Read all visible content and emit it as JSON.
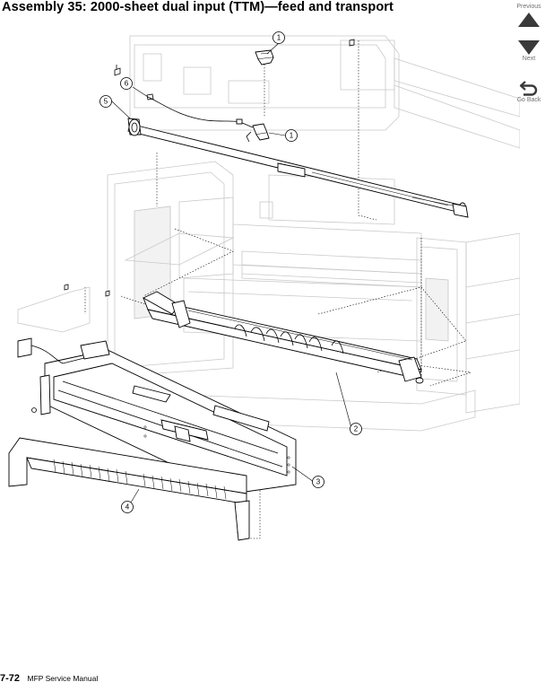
{
  "title": "Assembly 35:  2000-sheet dual input (TTM)—feed and transport",
  "nav": {
    "previous_label": "Previous",
    "next_label": "Next",
    "go_back_label": "Go Back",
    "previous_icon": "triangle-up-icon",
    "next_icon": "triangle-down-icon",
    "go_back_icon": "return-arrow-icon",
    "icon_color": "#3a3a3a"
  },
  "callouts": [
    {
      "number": "1"
    },
    {
      "number": "1"
    },
    {
      "number": "2"
    },
    {
      "number": "3"
    },
    {
      "number": "4"
    },
    {
      "number": "5"
    },
    {
      "number": "6"
    }
  ],
  "footer": {
    "page_number": "7-72",
    "manual_name": "MFP Service Manual"
  }
}
